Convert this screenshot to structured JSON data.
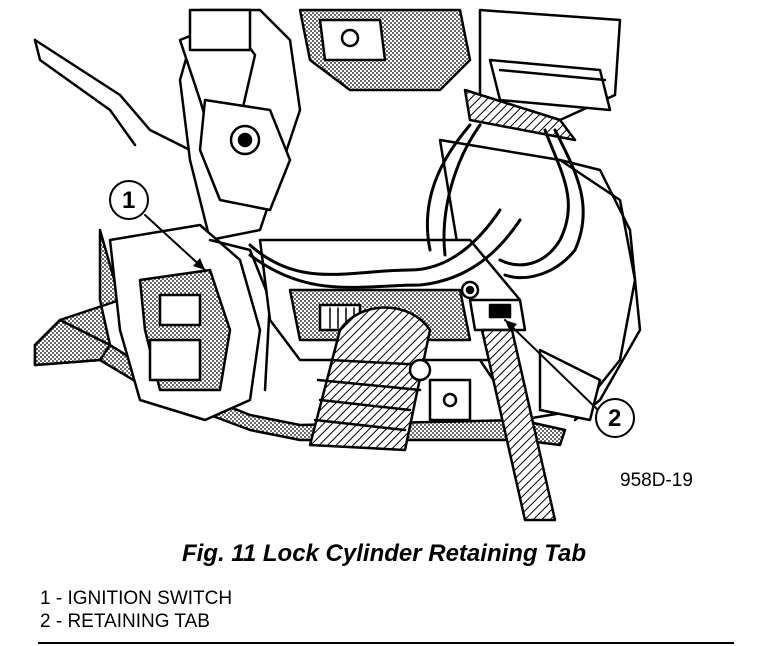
{
  "figure": {
    "caption": "Fig. 11 Lock Cylinder Retaining Tab",
    "drawing_id": "958D-19"
  },
  "callouts": [
    {
      "number": "1",
      "meaning": "IGNITION SWITCH"
    },
    {
      "number": "2",
      "meaning": "RETAINING TAB"
    }
  ],
  "legend": [
    "1 - IGNITION SWITCH",
    "2 - RETAINING TAB"
  ]
}
